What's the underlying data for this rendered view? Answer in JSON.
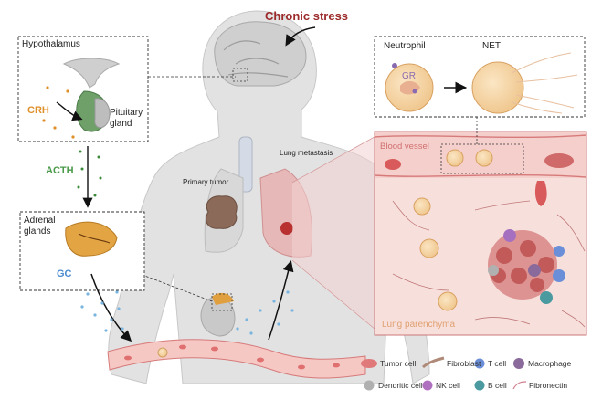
{
  "title": "Chronic stress",
  "hpa": {
    "hypothalamus": "Hypothalamus",
    "crh": "CRH",
    "pituitary": "Pituitary\ngland",
    "acth": "ACTH",
    "adrenal": "Adrenal\nglands",
    "gc": "GC"
  },
  "body": {
    "primary_tumor": "Primary tumor",
    "lung_metastasis": "Lung metastasis"
  },
  "inset": {
    "neutrophil": "Neutrophil",
    "net": "NET",
    "gr": "GR",
    "blood_vessel": "Blood vessel",
    "lung_parenchyma": "Lung parenchyma"
  },
  "legend": [
    {
      "label": "Tumor cell",
      "icon": "tumor-cell-icon",
      "color": "#e07a7a"
    },
    {
      "label": "Fibroblast",
      "icon": "fibroblast-icon",
      "color": "#b08a78"
    },
    {
      "label": "T cell",
      "icon": "t-cell-icon",
      "color": "#6a8fd8"
    },
    {
      "label": "Macrophage",
      "icon": "macrophage-icon",
      "color": "#8a6a9a"
    },
    {
      "label": "Dendritic cell",
      "icon": "dendritic-cell-icon",
      "color": "#b0b0b0"
    },
    {
      "label": "NK cell",
      "icon": "nk-cell-icon",
      "color": "#b070c0"
    },
    {
      "label": "B cell",
      "icon": "b-cell-icon",
      "color": "#4a9aa0"
    },
    {
      "label": "Fibronectin",
      "icon": "fibronectin-icon",
      "color": "#d08090"
    }
  ],
  "colors": {
    "title": "#9b2a2a",
    "crh": "#e0902a",
    "acth": "#4a9a4a",
    "gc": "#4a8ad0",
    "vessel": "#d66a6a",
    "tissue": "#f7e0dc"
  }
}
